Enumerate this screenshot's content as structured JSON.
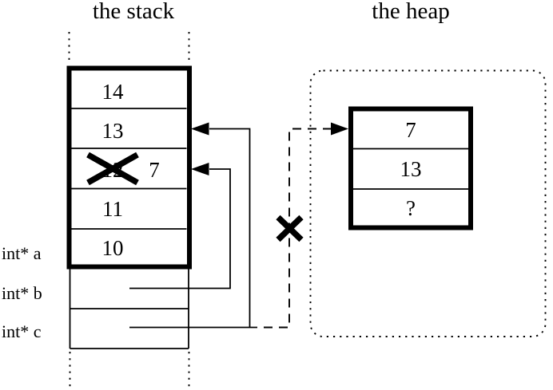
{
  "figure": {
    "stack": {
      "title": "the stack",
      "cells": [
        "14",
        "13",
        "12",
        "11",
        "10"
      ],
      "overwritten_cell": {
        "index": 2,
        "old_value": "12",
        "new_value": "7"
      }
    },
    "heap": {
      "title": "the heap",
      "cells": [
        "7",
        "13",
        "?"
      ]
    },
    "pointer_labels": {
      "a": "int* a",
      "b": "int* b",
      "c": "int* c"
    },
    "icons": {
      "overwritten_value_cross": "x-cross-icon",
      "dangling_pointer_cross": "x-cross-icon",
      "pointer_arrows": "solid-left-arrowhead",
      "dangling_arrow": "dashed-right-arrowhead"
    },
    "colors": {
      "ink": "#000000",
      "paper": "#ffffff"
    }
  }
}
